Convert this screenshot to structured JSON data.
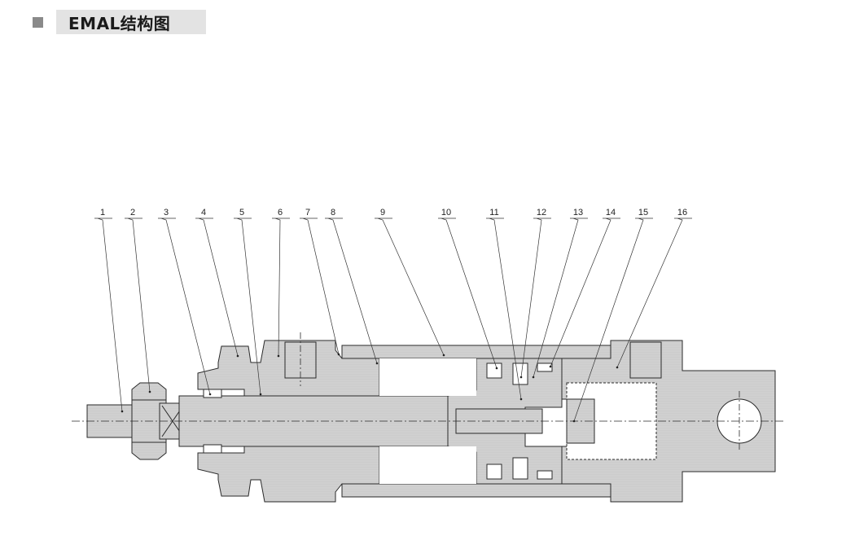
{
  "header": {
    "title": "EMAL结构图"
  },
  "callouts": [
    "1",
    "2",
    "3",
    "4",
    "5",
    "6",
    "7",
    "8",
    "9",
    "10",
    "11",
    "12",
    "13",
    "14",
    "15",
    "16"
  ],
  "colors": {
    "metal_fill": "#cfcfcf",
    "metal_fill_light": "#e2e2e2",
    "outline": "#2a2a2a",
    "header_bar": "#e3e3e3",
    "header_square": "#8a8a8a"
  }
}
